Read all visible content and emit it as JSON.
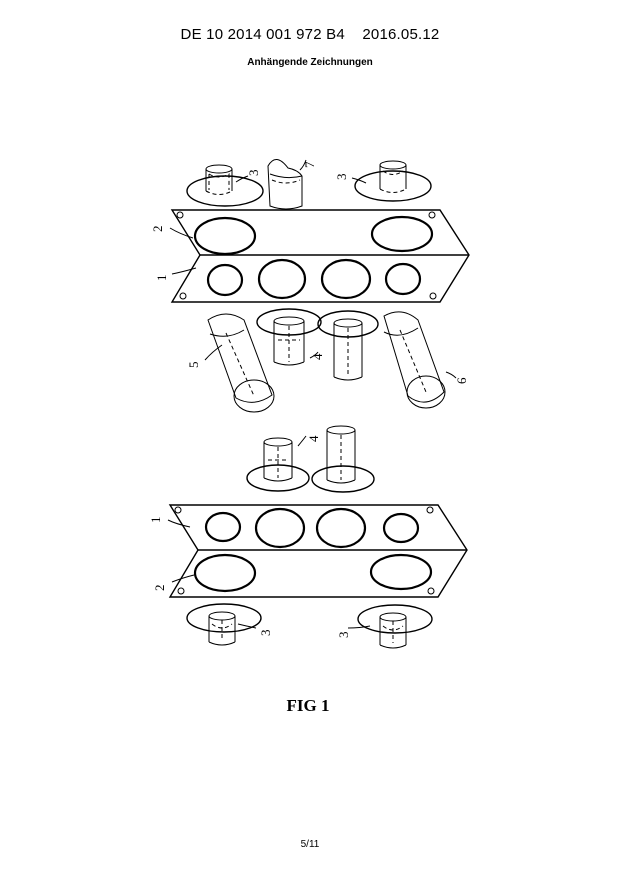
{
  "header": {
    "patent_number": "DE 10 2014 001 972 B4",
    "date": "2016.05.12",
    "section_title": "Anhängende Zeichnungen"
  },
  "figure": {
    "caption": "FIG 1",
    "reference_labels": {
      "part_1": "1",
      "part_2": "2",
      "part_3": "3",
      "part_4": "4",
      "part_5": "5",
      "part_6": "6",
      "part_7": "7"
    }
  },
  "footer": {
    "page_number": "5/11"
  }
}
